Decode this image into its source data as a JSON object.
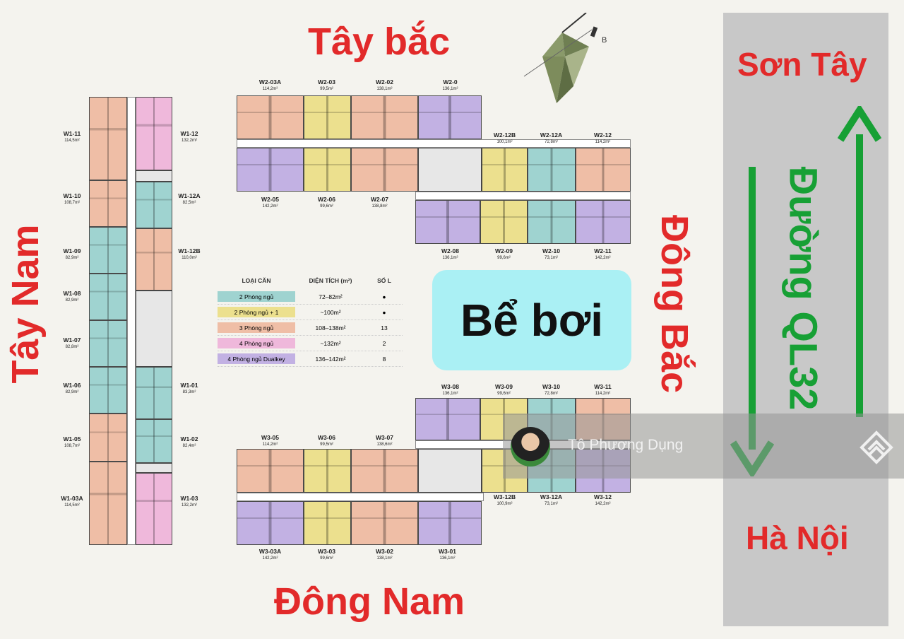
{
  "directions": {
    "northwest": "Tây bắc",
    "southwest": "Tây Nam",
    "northeast": "Đông Bắc",
    "southeast": "Đông Nam"
  },
  "road": {
    "name": "Đường QL32",
    "top_city": "Sơn Tây",
    "bottom_city": "Hà Nội",
    "color": "#17a035"
  },
  "compass_letter": "B",
  "pool_label": "Bể bơi",
  "legend": {
    "headers": [
      "LOẠI CĂN",
      "DIỆN TÍCH (m²)",
      "SỐ L"
    ],
    "rows": [
      {
        "type": "2 Phòng ngủ",
        "area": "72–82m²",
        "count": "●",
        "color": "#9fd3d0"
      },
      {
        "type": "2 Phòng ngủ + 1",
        "area": "~100m²",
        "count": "●",
        "color": "#ece08e"
      },
      {
        "type": "3 Phòng ngủ",
        "area": "108–138m²",
        "count": "13",
        "color": "#efbea6"
      },
      {
        "type": "4 Phòng ngủ",
        "area": "~132m²",
        "count": "2",
        "color": "#efb8db"
      },
      {
        "type": "4 Phòng ngủ Dualkey",
        "area": "136–142m²",
        "count": "8",
        "color": "#c2b1e3"
      }
    ]
  },
  "units": {
    "W2-03A": {
      "code": "W2-03A",
      "area": "114,2m²"
    },
    "W2-03": {
      "code": "W2-03",
      "area": "99,5m²"
    },
    "W2-02": {
      "code": "W2-02",
      "area": "138,1m²"
    },
    "W2-01": {
      "code": "W2-0",
      "area": "136,1m²"
    },
    "W2-05": {
      "code": "W2-05",
      "area": "142,2m²"
    },
    "W2-06": {
      "code": "W2-06",
      "area": "99,6m²"
    },
    "W2-07": {
      "code": "W2-07",
      "area": "138,8m²"
    },
    "W2-12B": {
      "code": "W2-12B",
      "area": "100,1m²"
    },
    "W2-12A": {
      "code": "W2-12A",
      "area": "72,8m²"
    },
    "W2-12": {
      "code": "W2-12",
      "area": "114,2m²"
    },
    "W2-08": {
      "code": "W2-08",
      "area": "136,1m²"
    },
    "W2-09": {
      "code": "W2-09",
      "area": "99,6m²"
    },
    "W2-10": {
      "code": "W2-10",
      "area": "73,1m²"
    },
    "W2-11": {
      "code": "W2-11",
      "area": "142,2m²"
    },
    "W1-11": {
      "code": "W1-11",
      "area": "114,5m²"
    },
    "W1-12": {
      "code": "W1-12",
      "area": "132,2m²"
    },
    "W1-10": {
      "code": "W1-10",
      "area": "108,7m²"
    },
    "W1-12A": {
      "code": "W1-12A",
      "area": "82,5m²"
    },
    "W1-09": {
      "code": "W1-09",
      "area": "82,9m²"
    },
    "W1-12B": {
      "code": "W1-12B",
      "area": "110,0m²"
    },
    "W1-08": {
      "code": "W1-08",
      "area": "82,9m²"
    },
    "W1-07": {
      "code": "W1-07",
      "area": "82,8m²"
    },
    "W1-06": {
      "code": "W1-06",
      "area": "82,9m²"
    },
    "W1-01": {
      "code": "W1-01",
      "area": "83,3m²"
    },
    "W1-05": {
      "code": "W1-05",
      "area": "108,7m²"
    },
    "W1-02": {
      "code": "W1-02",
      "area": "82,4m²"
    },
    "W1-03A": {
      "code": "W1-03A",
      "area": "114,5m²"
    },
    "W1-03": {
      "code": "W1-03",
      "area": "132,2m²"
    },
    "W3-08": {
      "code": "W3-08",
      "area": "136,1m²"
    },
    "W3-09": {
      "code": "W3-09",
      "area": "99,6m²"
    },
    "W3-10": {
      "code": "W3-10",
      "area": "72,8m²"
    },
    "W3-11": {
      "code": "W3-11",
      "area": "114,2m²"
    },
    "W3-05": {
      "code": "W3-05",
      "area": "114,2m²"
    },
    "W3-06": {
      "code": "W3-06",
      "area": "99,5m²"
    },
    "W3-07": {
      "code": "W3-07",
      "area": "138,6m²"
    },
    "W3-12B": {
      "code": "W3-12B",
      "area": "100,9m²"
    },
    "W3-12A": {
      "code": "W3-12A",
      "area": "73,1m²"
    },
    "W3-12": {
      "code": "W3-12",
      "area": "142,2m²"
    },
    "W3-03A": {
      "code": "W3-03A",
      "area": "142,2m²"
    },
    "W3-03": {
      "code": "W3-03",
      "area": "99,6m²"
    },
    "W3-02": {
      "code": "W3-02",
      "area": "138,1m²"
    },
    "W3-01": {
      "code": "W3-01",
      "area": "136,1m²"
    }
  },
  "watermark": {
    "name": "Tô Phương Dụng"
  }
}
